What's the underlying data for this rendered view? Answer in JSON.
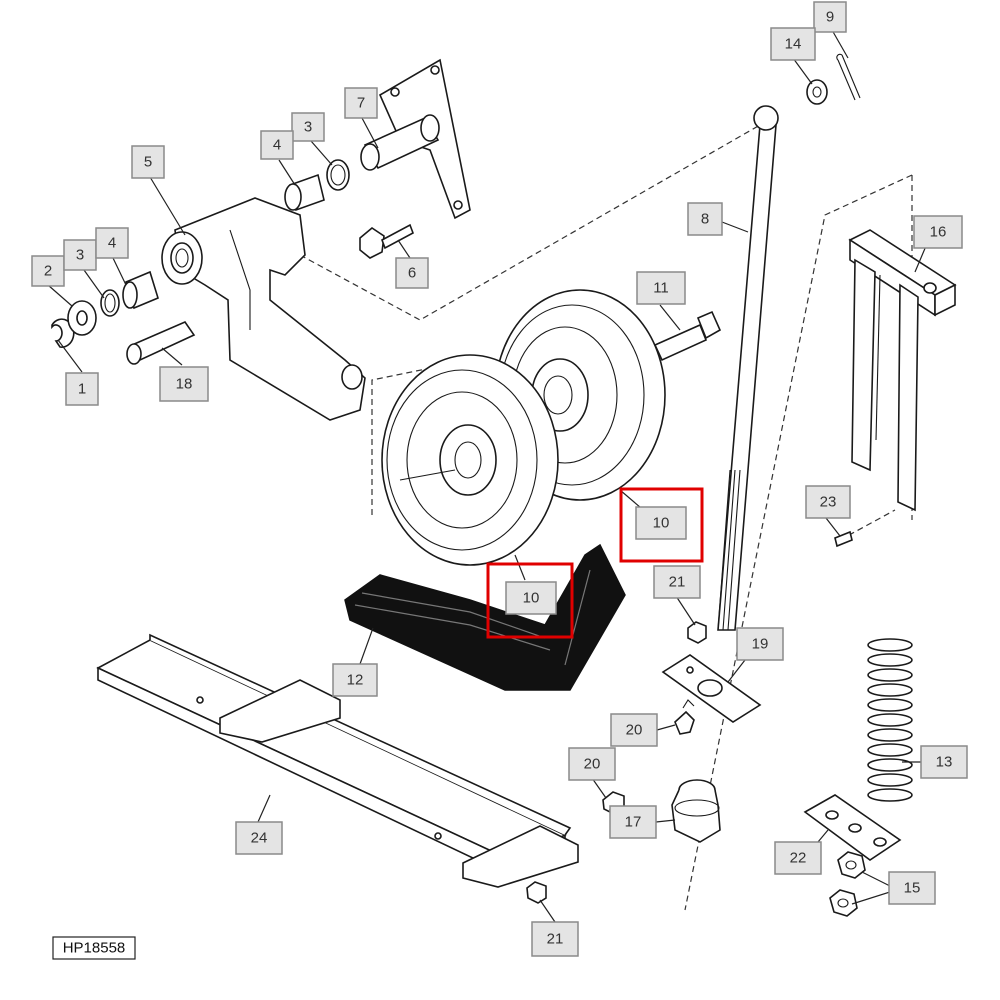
{
  "figure_id": "HP18558",
  "callouts": [
    {
      "id": "c1",
      "label": "1"
    },
    {
      "id": "c2",
      "label": "2"
    },
    {
      "id": "c3a",
      "label": "3"
    },
    {
      "id": "c3b",
      "label": "3"
    },
    {
      "id": "c4a",
      "label": "4"
    },
    {
      "id": "c4b",
      "label": "4"
    },
    {
      "id": "c5",
      "label": "5"
    },
    {
      "id": "c6",
      "label": "6"
    },
    {
      "id": "c7",
      "label": "7"
    },
    {
      "id": "c8",
      "label": "8"
    },
    {
      "id": "c9",
      "label": "9"
    },
    {
      "id": "c10a",
      "label": "10"
    },
    {
      "id": "c10b",
      "label": "10"
    },
    {
      "id": "c11",
      "label": "11"
    },
    {
      "id": "c12",
      "label": "12"
    },
    {
      "id": "c13",
      "label": "13"
    },
    {
      "id": "c14",
      "label": "14"
    },
    {
      "id": "c15",
      "label": "15"
    },
    {
      "id": "c16",
      "label": "16"
    },
    {
      "id": "c17",
      "label": "17"
    },
    {
      "id": "c18",
      "label": "18"
    },
    {
      "id": "c19",
      "label": "19"
    },
    {
      "id": "c20a",
      "label": "20"
    },
    {
      "id": "c20b",
      "label": "20"
    },
    {
      "id": "c21a",
      "label": "21"
    },
    {
      "id": "c21b",
      "label": "21"
    },
    {
      "id": "c22",
      "label": "22"
    },
    {
      "id": "c23",
      "label": "23"
    },
    {
      "id": "c24",
      "label": "24"
    }
  ],
  "highlight_color": "#e00000"
}
